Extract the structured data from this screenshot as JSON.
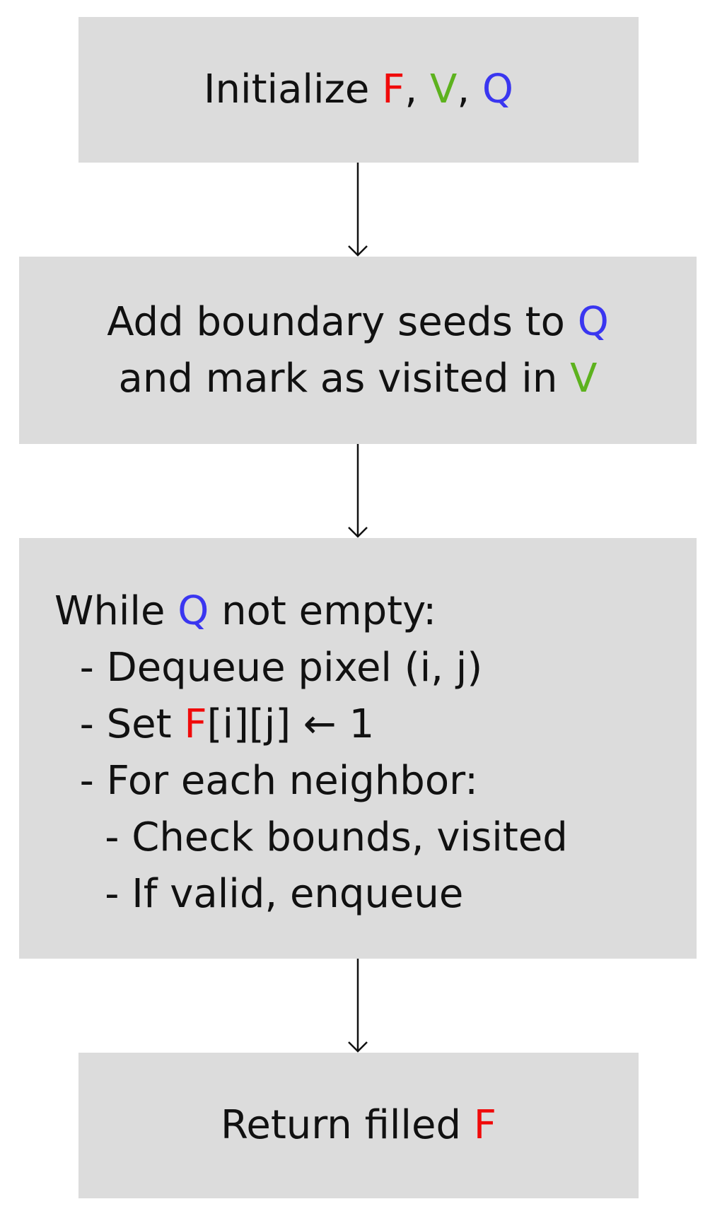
{
  "colors": {
    "F": "#f00a0a",
    "V": "#5db21e",
    "Q": "#3a36f0",
    "box_fill": "#dcdcdc",
    "text": "#111111"
  },
  "nodes": {
    "init": {
      "prefix": "Initialize ",
      "F": "F",
      "sep1": ", ",
      "V": "V",
      "sep2": ", ",
      "Q": "Q"
    },
    "seeds": {
      "line1_text": "Add boundary seeds to ",
      "line1_Q": "Q",
      "line2_text": "and mark as visited in ",
      "line2_V": "V"
    },
    "loop": {
      "while_prefix": "While ",
      "while_Q": "Q",
      "while_suffix": " not empty:",
      "dequeue": "  - Dequeue pixel (i, j)",
      "set_prefix": "  - Set ",
      "set_F": "F",
      "set_suffix": "[i][j] ← 1",
      "neighbor": "  - For each neighbor:",
      "check": "    - Check bounds, visited",
      "enqueue": "    - If valid, enqueue"
    },
    "return": {
      "prefix": "Return filled ",
      "F": "F"
    }
  }
}
